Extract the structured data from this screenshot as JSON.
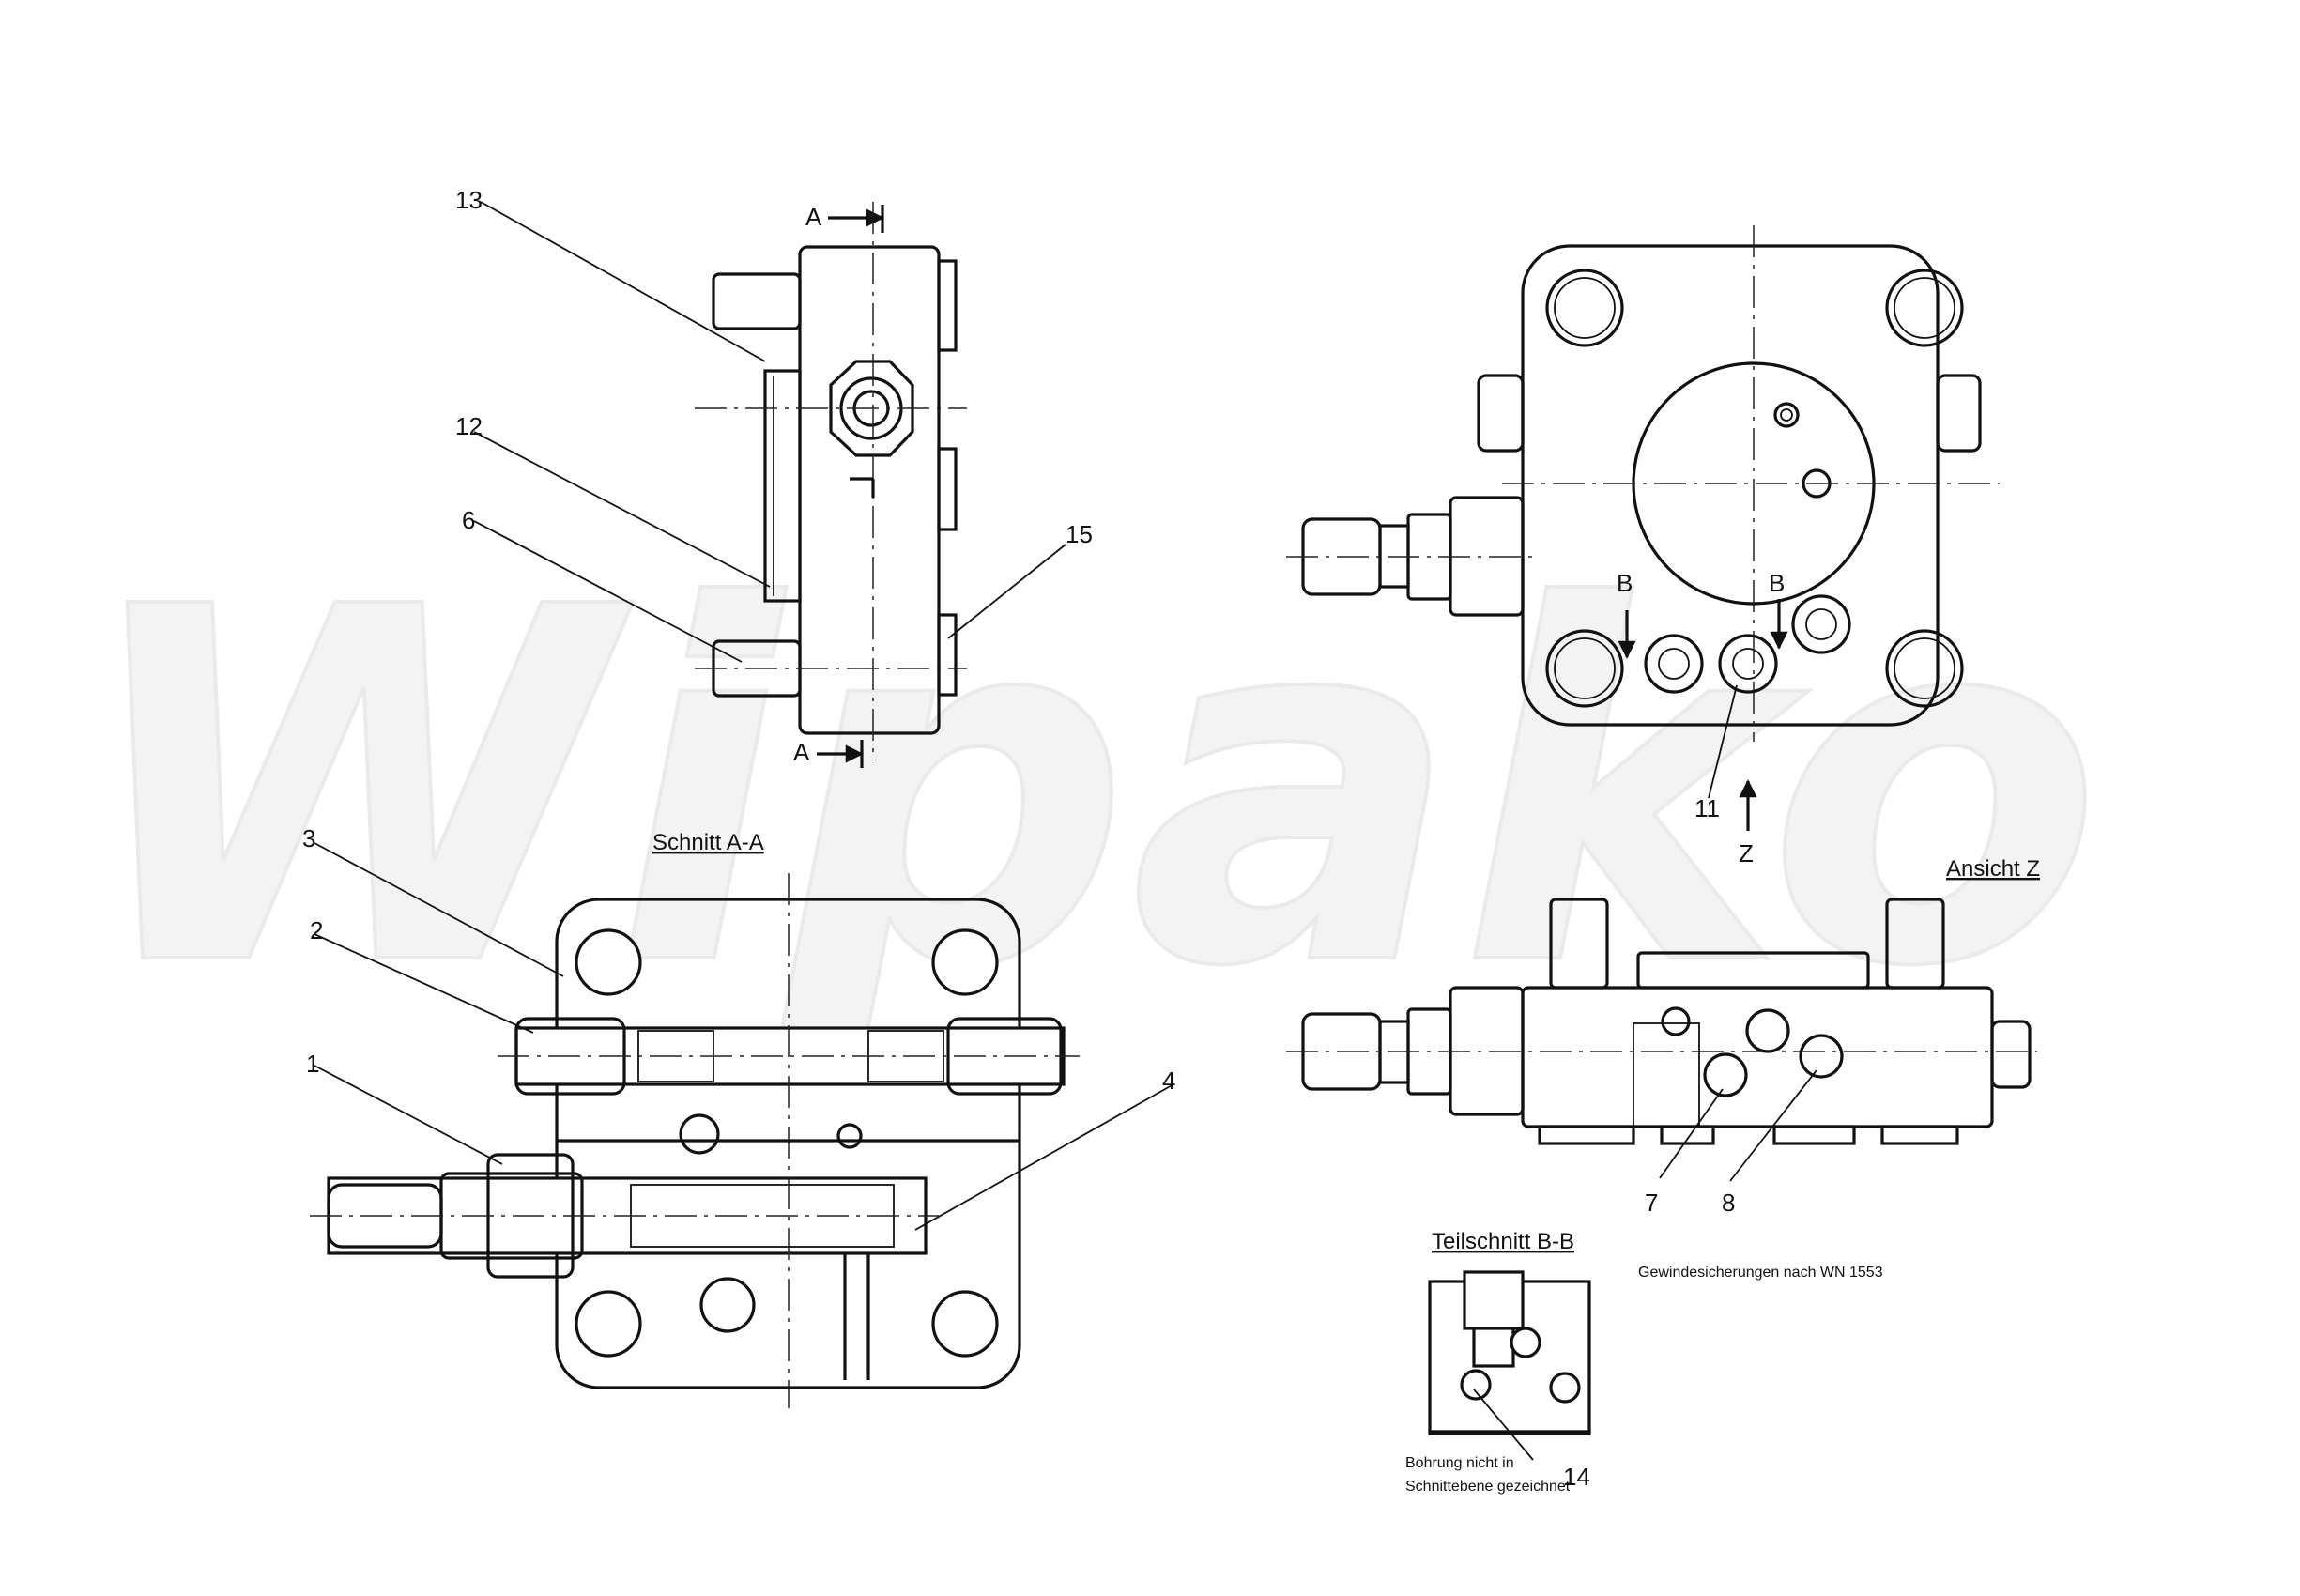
{
  "watermark": "Wipako",
  "views": {
    "top": {
      "section_mark_top": "A",
      "section_mark_bottom": "A"
    },
    "right": {
      "mark_b_left": "B",
      "mark_b_right": "B",
      "mark_z": "Z"
    },
    "section_aa": {
      "title": "Schnitt A-A"
    },
    "view_z": {
      "title": "Ansicht Z"
    },
    "partial_bb": {
      "title": "Teilschnitt B-B",
      "note_line1": "Bohrung nicht in",
      "note_line2": "Schnittebene gezeichnet"
    }
  },
  "thread_note": "Gewindesicherungen nach WN 1553",
  "callouts": {
    "c13": "13",
    "c12": "12",
    "c6": "6",
    "c15": "15",
    "c11": "11",
    "c3": "3",
    "c2": "2",
    "c1": "1",
    "c4": "4",
    "c7": "7",
    "c8": "8",
    "c14": "14"
  }
}
